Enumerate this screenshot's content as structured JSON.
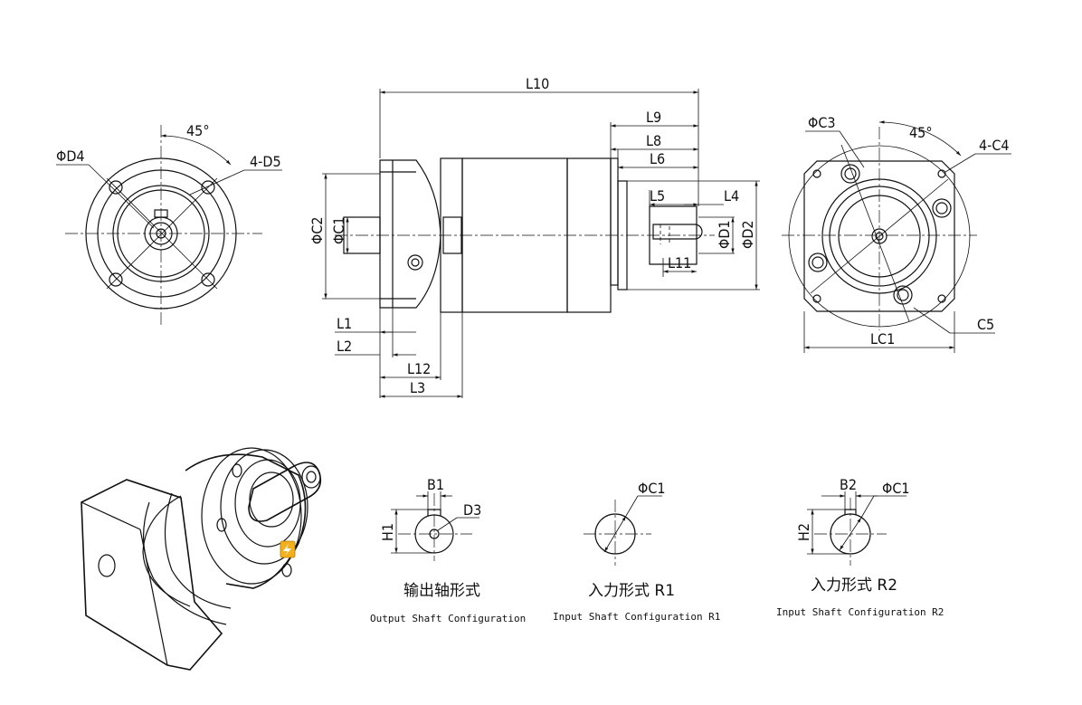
{
  "labels": {
    "L10": "L10",
    "L9": "L9",
    "L8": "L8",
    "L6": "L6",
    "L5": "L5",
    "L4": "L4",
    "L11": "L11",
    "L1": "L1",
    "L2": "L2",
    "L12": "L12",
    "L3": "L3",
    "phiC2": "ΦC2",
    "phiC1": "ΦC1",
    "phiD1": "ΦD1",
    "phiD2": "ΦD2",
    "phiD4": "ΦD4",
    "angle_left": "45°",
    "holes_left": "4-D5",
    "phiC3": "ΦC3",
    "angle_right": "45°",
    "holes_right": "4-C4",
    "C5": "C5",
    "LC1": "LC1",
    "B1": "B1",
    "D3": "D3",
    "H1": "H1",
    "phiC1_r1": "ΦC1",
    "B2": "B2",
    "phiC1_r2": "ΦC1",
    "H2": "H2"
  },
  "captions": {
    "output_zh": "输出轴形式",
    "output_en": "Output Shaft Configuration",
    "r1_zh": "入力形式 R1",
    "r1_en": "Input Shaft Configuration R1",
    "r2_zh": "入力形式 R2",
    "r2_en": "Input Shaft Configuration R2"
  },
  "colors": {
    "line": "#111111",
    "background": "#ffffff",
    "badge": "#f2b01e"
  },
  "icons": {
    "badge": "lightning-icon"
  }
}
